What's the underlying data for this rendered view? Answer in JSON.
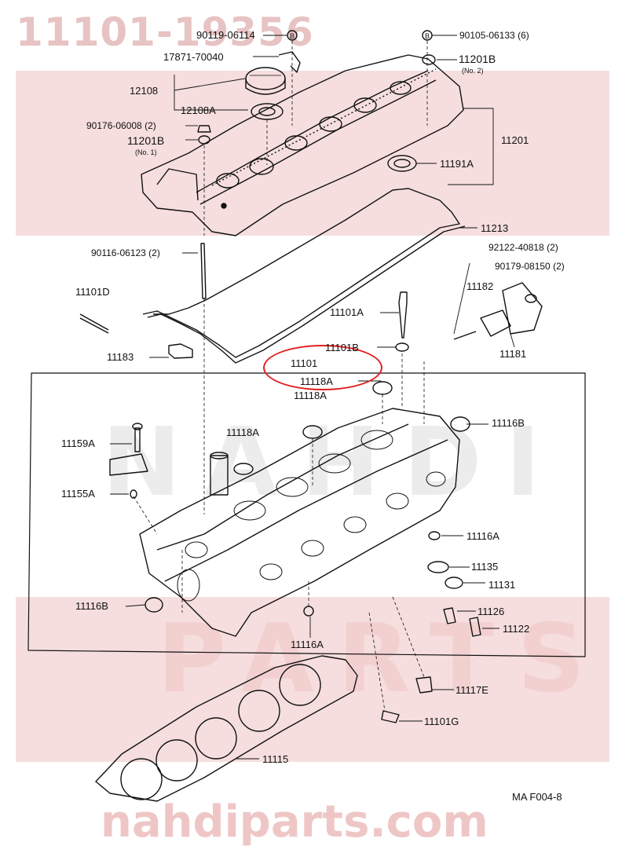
{
  "watermark": {
    "part_number": "11101-19356",
    "site": "nahdiparts.com",
    "brand_top": "NAHDI",
    "brand_bottom": "PARTS"
  },
  "labels": {
    "l_90119": "90119-06114",
    "l_90105": "90105-06133 (6)",
    "l_17871": "17871-70040",
    "l_11201b_2": "11201B",
    "l_no2": "(No. 2)",
    "l_12108": "12108",
    "l_12108a": "12108A",
    "l_90176": "90176-06008 (2)",
    "l_11201b_1": "11201B",
    "l_no1": "(No. 1)",
    "l_11201": "11201",
    "l_11191a": "11191A",
    "l_11213": "11213",
    "l_90116": "90116-06123 (2)",
    "l_92122": "92122-40818 (2)",
    "l_90179": "90179-08150 (2)",
    "l_11101d": "11101D",
    "l_11101a": "11101A",
    "l_11182": "11182",
    "l_11101b": "11101B",
    "l_11101": "11101",
    "l_11183": "11183",
    "l_11181": "11181",
    "l_11118a_1": "11118A",
    "l_11118a_2": "11118A",
    "l_11116b_r": "11116B",
    "l_11159a": "11159A",
    "l_11118a_3": "11118A",
    "l_11155a": "11155A",
    "l_11116a_r": "11116A",
    "l_11135": "11135",
    "l_11131": "11131",
    "l_11116b_l": "11116B",
    "l_11126": "11126",
    "l_11122": "11122",
    "l_11116a_b": "11116A",
    "l_11117e": "11117E",
    "l_11101g": "11101G",
    "l_11115": "11115",
    "l_ref": "MA F004-8"
  },
  "colors": {
    "watermark": "#f0c9c9",
    "band": "#f6dede",
    "line": "#111111",
    "highlight": "#e02020"
  }
}
